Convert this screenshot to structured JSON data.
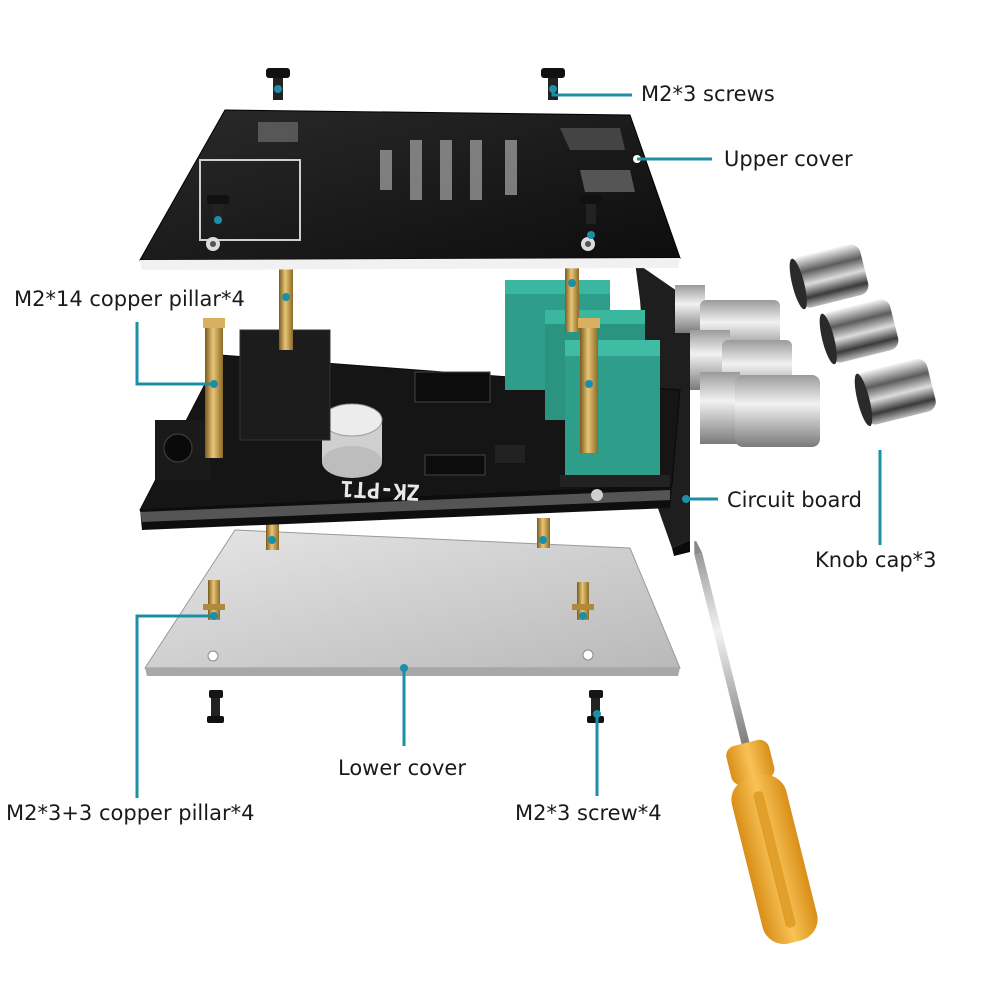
{
  "labels": {
    "top_screws": "M2*3 screws",
    "upper_cover": "Upper cover",
    "copper_pillar_14": "M2*14 copper pillar*4",
    "circuit_board": "Circuit board",
    "knob_cap": "Knob cap*3",
    "lower_cover": "Lower cover",
    "copper_pillar_3_3": "M2*3+3 copper pillar*4",
    "bottom_screws": "M2*3 screw*4"
  },
  "board": {
    "silkscreen": "ZK-PT1"
  },
  "colors": {
    "leader": "#1a8fa6",
    "upper_cover": "#1b1b1b",
    "lower_cover": "#cfcfcf",
    "pcb": "#141414",
    "brass": "#c9a04a",
    "pot": "#2e9e8a",
    "handle": "#f2b33a"
  }
}
